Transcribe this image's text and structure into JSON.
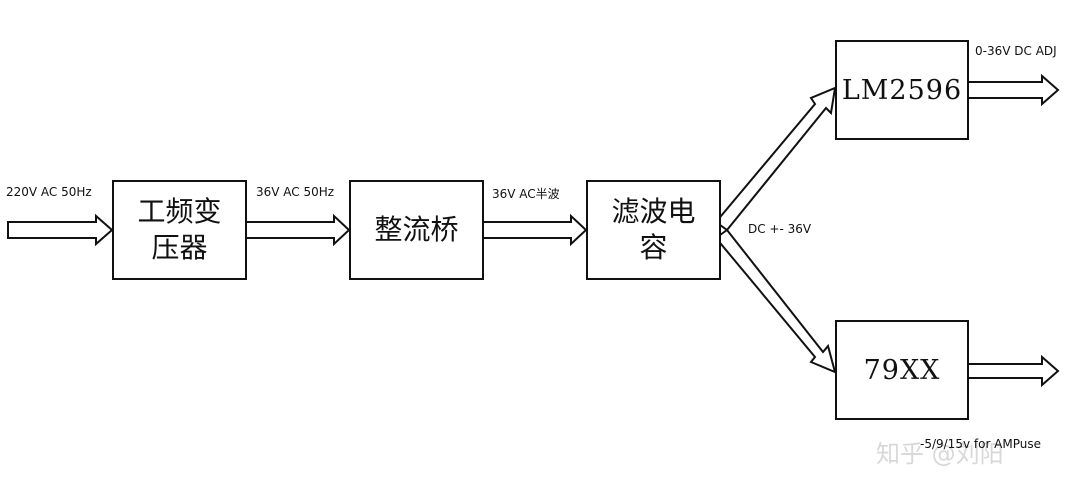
{
  "diagram": {
    "blocks": {
      "transformer": "工频变压器",
      "rectifier": "整流桥",
      "filter": "滤波电容",
      "lm2596": "LM2596",
      "regulator79": "79XX"
    },
    "labels": {
      "input": "220V AC 50Hz",
      "transformer_out": "36V AC 50Hz",
      "rectifier_out": "36V AC半波",
      "filter_out": "DC +- 36V",
      "lm2596_out": "0-36V DC ADJ",
      "regulator_out": "-5/9/15v for AMPuse"
    },
    "watermark": "知乎 @刘阳"
  }
}
